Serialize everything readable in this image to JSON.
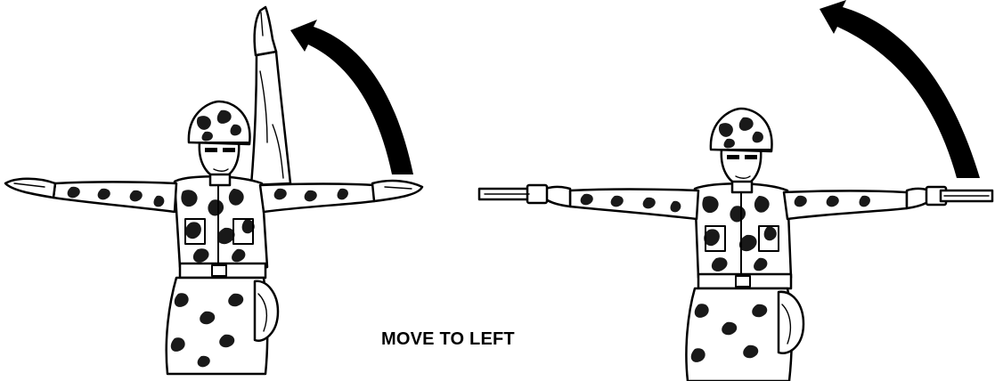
{
  "caption": "MOVE TO LEFT",
  "colors": {
    "ink": "#000000",
    "background": "#ffffff"
  },
  "figures": [
    {
      "signal": "hand",
      "icon": "soldier-hand-signal"
    },
    {
      "signal": "wands",
      "icon": "soldier-wand-signal"
    }
  ]
}
